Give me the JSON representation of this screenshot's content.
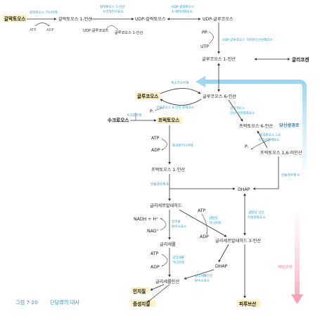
{
  "caption": {
    "number": "그림 7-20",
    "title": "단당류의 대사"
  },
  "nodes": {
    "galactose": "갈락토오스",
    "galactose_1p": "갈락토오스 1-인산",
    "udp_galactose": "UDP-갈락토오스",
    "udp_glucose": "UDP-글루코오스",
    "glucose_1p_small": "글루코오스 1-인산",
    "udp_glucose_small": "UDP-글루코오스",
    "ppi": "PPᵢ",
    "utp": "UTP",
    "glucose_1p": "글루코오스 1-인산",
    "glycogen": "글리코겐",
    "glucose": "글루코오스",
    "glucose_6p": "글루코오스 6-인산",
    "pi": "Pᵢ",
    "fructose_6p": "프럭토오스 6-인산",
    "sucrose": "수크로오스",
    "fructose": "프럭토오스",
    "pi2": "Pᵢ",
    "fructose_16bp": "프럭토오스 1,6-이인산",
    "atp1": "ATP",
    "adp1": "ADP",
    "fructose_1p": "프럭토오스 1-인산",
    "dhap": "DHAP",
    "glyceraldehyde": "글리세르알데히드",
    "nadh": "NADH + H⁺",
    "nad": "NAD⁺",
    "atp2": "ATP",
    "adp2": "ADP",
    "g3p": "글리세르알데히드 3-인산",
    "glycerol": "글리세롤",
    "atp3": "ATP",
    "adp3": "ADP",
    "dhap2": "DHAP",
    "glycerol_3p": "글리세롤인산",
    "phospholipid": "인지질",
    "triglyceride": "중성지질",
    "pyruvate": "피루브산",
    "atp_gal": "ATP",
    "adp_gal": "ADP"
  },
  "enzymes": {
    "galactokinase": "갈락토오스 키나아제",
    "gal1p_uridylyltransferase": [
      "갈락토오스 1-인산",
      "우리딜전이효소"
    ],
    "udp_gal_epimerase": [
      "UDP-갈락토오스",
      "4-에피머화효소"
    ],
    "udp_glc_pyrophosphorylase": "UDP-글루코오스 가피로인산분해효소",
    "hexokinase": "헥소키나아제",
    "g6pase": "글루코오스 6-인산 분해효소",
    "sucrase": "수크라아제",
    "fructokinase": "프럭토키나아제",
    "glc6p_isomerase": [
      "글루코오스",
      "인산 이성질화효소"
    ],
    "fbpase": [
      "프럭토오스 1,6",
      "-이인산분해효소"
    ],
    "aldolase_a": "알돌라아제 A",
    "aldolase_b": "알돌라아제 B",
    "triose_isomerase": [
      "삼탄당 인산",
      "이성질화효소"
    ],
    "alcohol_dh": [
      "알코올",
      "탈수소효소"
    ],
    "triokinase": [
      "삼탄당",
      "키나아제"
    ],
    "glycerol_kinase": [
      "글리세롤",
      "키나아제"
    ],
    "glycerol_3p_dh": [
      "글리세롤인산",
      "탈수소효소"
    ]
  },
  "pathways": {
    "gluconeogenesis": "당신생경로",
    "glycolysis": "해당과정"
  }
}
